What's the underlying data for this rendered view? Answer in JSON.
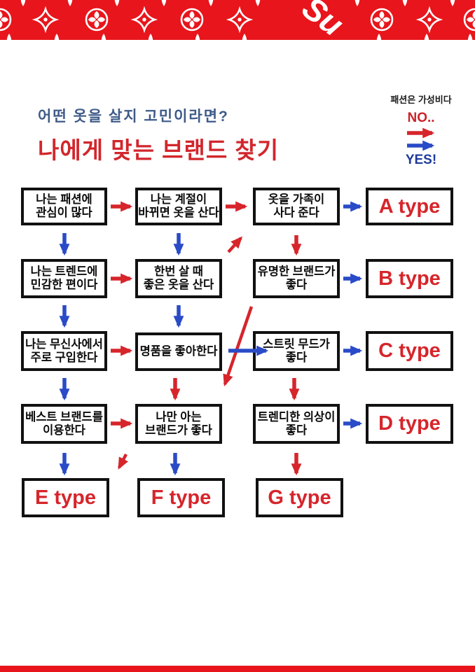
{
  "banner": {
    "brand_text": "Su",
    "color": "#e8151c",
    "motif_color": "#ffffff"
  },
  "header": {
    "tagline": "패션은 가성비다",
    "subtitle": "어떤 옷을 살지 고민이라면?",
    "title": "나에게 맞는 브랜드 찾기"
  },
  "legend": {
    "no_label": "NO..",
    "yes_label": "YES!",
    "no_color": "#cb2329",
    "yes_color": "#1e3a9c"
  },
  "colors": {
    "arrow_red": "#d6252b",
    "arrow_blue": "#2a4bc7",
    "box_border": "#111111"
  },
  "flowchart": {
    "questions": [
      {
        "line1": "나는 패션에",
        "line2": "관심이 많다"
      },
      {
        "line1": "나는 계절이",
        "line2": "바뀌면 옷을 산다"
      },
      {
        "line1": "옷을 가족이",
        "line2": "사다 준다"
      },
      {
        "line1": "나는 트렌드에",
        "line2": "민감한 편이다"
      },
      {
        "line1": "한번 살 때",
        "line2": "좋은 옷을 산다"
      },
      {
        "line1": "유명한 브랜드가",
        "line2": "좋다"
      },
      {
        "line1": "나는 무신사에서",
        "line2": "주로 구입한다"
      },
      {
        "line1": "명품을 좋아한다",
        "line2": ""
      },
      {
        "line1": "스트릿 무드가",
        "line2": "좋다"
      },
      {
        "line1": "베스트 브랜드를",
        "line2": "이용한다"
      },
      {
        "line1": "나만 아는",
        "line2": "브랜드가 좋다"
      },
      {
        "line1": "트렌디한 의상이",
        "line2": "좋다"
      }
    ],
    "types": [
      {
        "label": "A type"
      },
      {
        "label": "B type"
      },
      {
        "label": "C type"
      },
      {
        "label": "D type"
      },
      {
        "label": "E type"
      },
      {
        "label": "F type"
      },
      {
        "label": "G type"
      }
    ],
    "edges": [
      {
        "from": "나는 패션에 관심이 많다",
        "to": "나는 계절이 바뀌면 옷을 산다",
        "answer": "NO"
      },
      {
        "from": "나는 패션에 관심이 많다",
        "to": "나는 트렌드에 민감한 편이다",
        "answer": "YES"
      },
      {
        "from": "나는 계절이 바뀌면 옷을 산다",
        "to": "옷을 가족이 사다 준다",
        "answer": "NO"
      },
      {
        "from": "나는 계절이 바뀌면 옷을 산다",
        "to": "한번 살 때 좋은 옷을 산다",
        "answer": "YES"
      },
      {
        "from": "옷을 가족이 사다 준다",
        "to": "A type",
        "answer": "YES"
      },
      {
        "from": "옷을 가족이 사다 준다",
        "to": "유명한 브랜드가 좋다",
        "answer": "NO"
      },
      {
        "from": "나는 트렌드에 민감한 편이다",
        "to": "한번 살 때 좋은 옷을 산다",
        "answer": "NO"
      },
      {
        "from": "나는 트렌드에 민감한 편이다",
        "to": "나는 무신사에서 주로 구입한다",
        "answer": "YES"
      },
      {
        "from": "한번 살 때 좋은 옷을 산다",
        "to": "옷을 가족이 사다 준다",
        "answer": "NO"
      },
      {
        "from": "한번 살 때 좋은 옷을 산다",
        "to": "명품을 좋아한다",
        "answer": "YES"
      },
      {
        "from": "유명한 브랜드가 좋다",
        "to": "B type",
        "answer": "YES"
      },
      {
        "from": "유명한 브랜드가 좋다",
        "to": "나만 아는 브랜드가 좋다",
        "answer": "NO"
      },
      {
        "from": "나는 무신사에서 주로 구입한다",
        "to": "명품을 좋아한다",
        "answer": "NO"
      },
      {
        "from": "나는 무신사에서 주로 구입한다",
        "to": "베스트 브랜드를 이용한다",
        "answer": "YES"
      },
      {
        "from": "명품을 좋아한다",
        "to": "스트릿 무드가 좋다",
        "answer": "YES"
      },
      {
        "from": "명품을 좋아한다",
        "to": "나만 아는 브랜드가 좋다",
        "answer": "NO"
      },
      {
        "from": "스트릿 무드가 좋다",
        "to": "C type",
        "answer": "YES"
      },
      {
        "from": "스트릿 무드가 좋다",
        "to": "트렌디한 의상이 좋다",
        "answer": "NO"
      },
      {
        "from": "베스트 브랜드를 이용한다",
        "to": "나만 아는 브랜드가 좋다",
        "answer": "NO"
      },
      {
        "from": "베스트 브랜드를 이용한다",
        "to": "E type",
        "answer": "YES"
      },
      {
        "from": "나만 아는 브랜드가 좋다",
        "to": "F type",
        "answer": "YES"
      },
      {
        "from": "나만 아는 브랜드가 좋다",
        "to": "E type",
        "answer": "NO"
      },
      {
        "from": "트렌디한 의상이 좋다",
        "to": "D type",
        "answer": "YES"
      },
      {
        "from": "트렌디한 의상이 좋다",
        "to": "G type",
        "answer": "NO"
      }
    ]
  }
}
